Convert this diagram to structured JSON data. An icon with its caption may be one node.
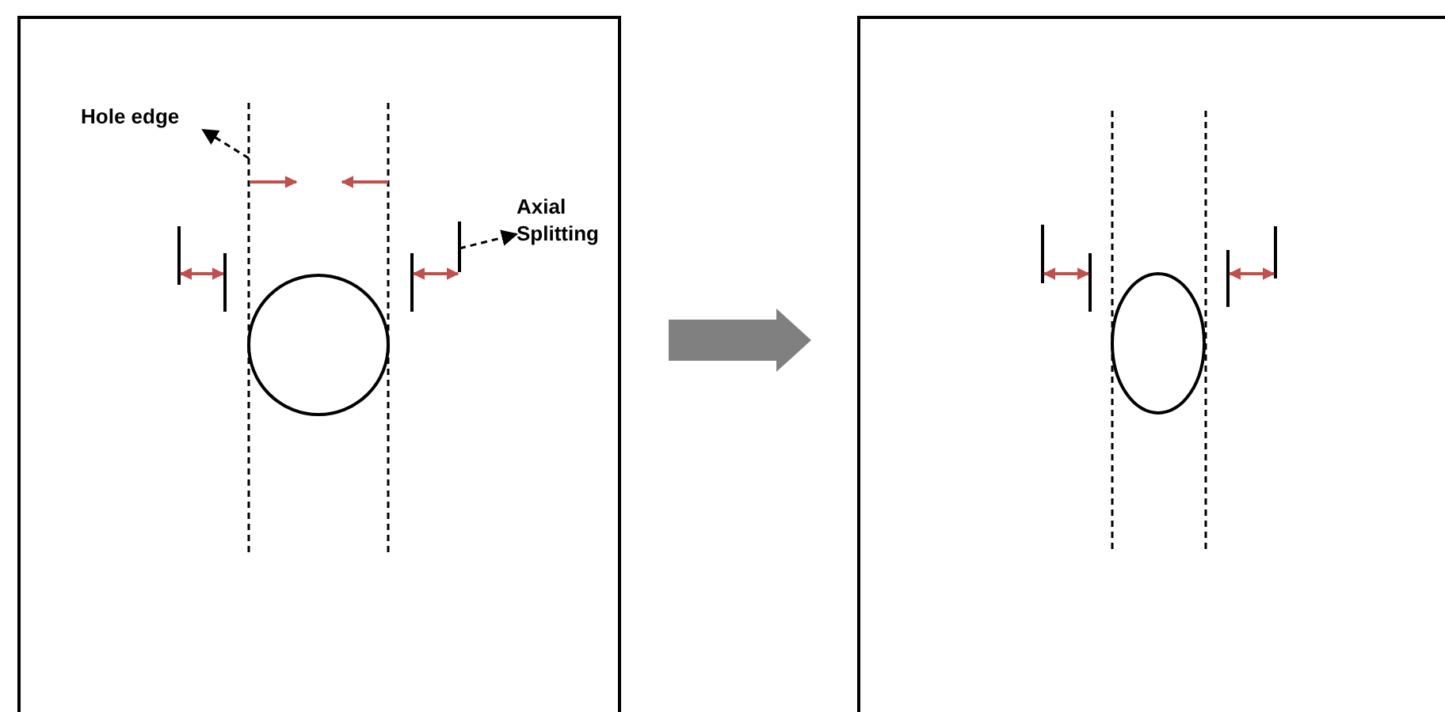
{
  "diagram": {
    "nodes": [
      {
        "text": [],
        "shape": "box"
      },
      {
        "text": [],
        "shape": "box"
      },
      {
        "text": [
          "Hole edge"
        ],
        "in": 0
      },
      {
        "text": [],
        "shape": "line",
        "in": 0
      },
      {
        "text": [
          "Axial Splitting"
        ],
        "in": 0
      },
      {
        "text": [],
        "shape": "line",
        "in": 0
      },
      {
        "text": [],
        "shape": "circle",
        "in": 0
      },
      {
        "text": [],
        "shape": "ellipse",
        "in": 1
      }
    ],
    "edges": [
      {
        "from": 0,
        "to": 1,
        "arrow": "to",
        "style": "thick",
        "color": "#808080"
      },
      {
        "from": 3,
        "to": 2,
        "arrow": "to",
        "style": "dashed"
      },
      {
        "from": 5,
        "to": 4,
        "arrow": "to",
        "style": "dashed"
      }
    ]
  }
}
